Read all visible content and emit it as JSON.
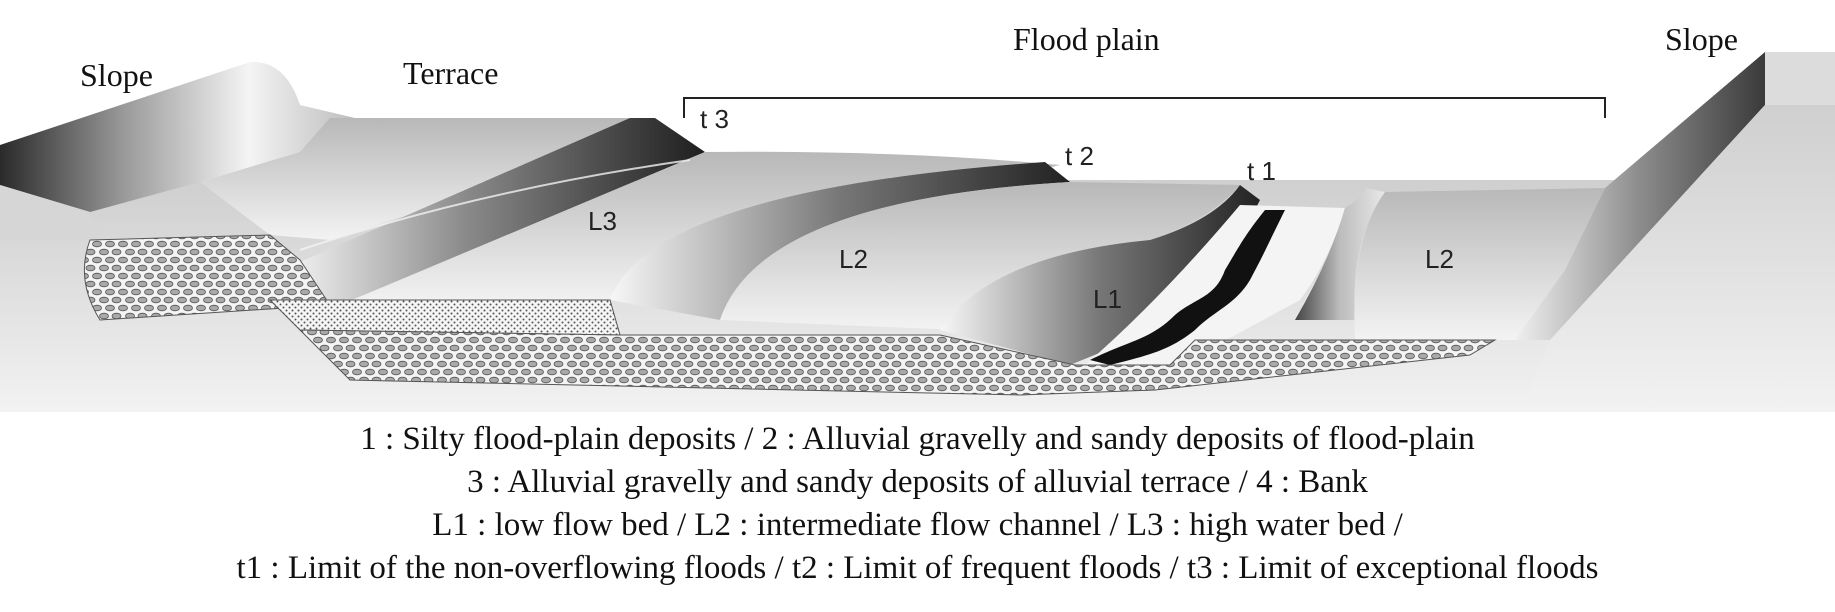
{
  "labels": {
    "slope_left": "Slope",
    "terrace": "Terrace",
    "flood_plain": "Flood plain",
    "slope_right": "Slope",
    "t3": "t 3",
    "t2": "t 2",
    "t1": "t 1",
    "l3": "L3",
    "l2_left": "L2",
    "l1": "L1",
    "l2_right": "L2"
  },
  "caption": {
    "line1": "1 : Silty flood-plain deposits / 2 : Alluvial gravelly and sandy deposits of flood-plain",
    "line2": "3 : Alluvial gravelly and sandy deposits of alluvial terrace / 4 : Bank",
    "line3": "L1 : low flow bed / L2 : intermediate flow channel / L3 : high water bed /",
    "line4": "t1 : Limit of the non-overflowing floods / t2 : Limit of frequent floods / t3 : Limit of exceptional floods"
  }
}
